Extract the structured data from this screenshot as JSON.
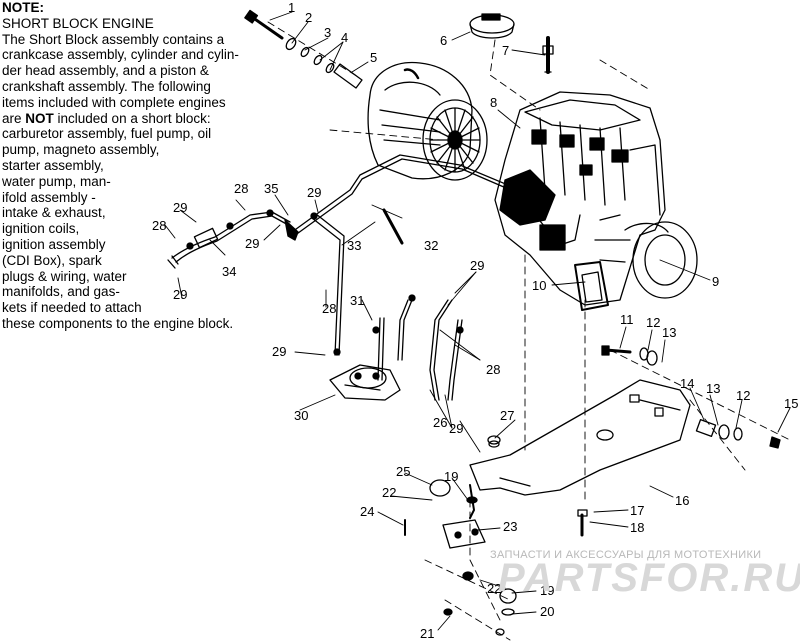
{
  "note": {
    "title": "NOTE:",
    "lines": [
      "SHORT BLOCK ENGINE",
      "The Short Block assembly contains a",
      "crankcase assembly, cylinder and cylin-",
      "der head assembly, and a piston &",
      "crankshaft assembly.  The following",
      "items included with complete engines",
      "are ",
      "carburetor assembly, fuel pump, oil",
      "pump, magneto assembly,",
      "starter assembly,",
      "water pump, man-",
      "ifold assembly -",
      "intake & exhaust,",
      "ignition coils,",
      "ignition assembly",
      "(CDI Box), spark",
      "plugs & wiring, water",
      "manifolds, and gas-",
      "kets if needed to attach",
      "these components to the engine block."
    ],
    "emph_word": "NOT",
    "emph_rest": " included on a short block:"
  },
  "callouts": [
    "1",
    "2",
    "3",
    "4",
    "5",
    "6",
    "7",
    "8",
    "9",
    "10",
    "11",
    "12",
    "13",
    "12",
    "13",
    "14",
    "15",
    "16",
    "17",
    "18",
    "19",
    "19",
    "20",
    "21",
    "22",
    "22",
    "23",
    "24",
    "25",
    "26",
    "27",
    "28",
    "28",
    "28",
    "28",
    "29",
    "29",
    "29",
    "29",
    "29",
    "29",
    "29",
    "30",
    "31",
    "32",
    "33",
    "34",
    "35"
  ],
  "watermark": {
    "top": "ЗАПЧАСТИ И АКСЕССУАРЫ ДЛЯ МОТОТЕХНИКИ",
    "main": "PARTSFOR.RU"
  },
  "colors": {
    "ink": "#000000",
    "background": "#ffffff",
    "watermark": "#d0d0d0"
  }
}
